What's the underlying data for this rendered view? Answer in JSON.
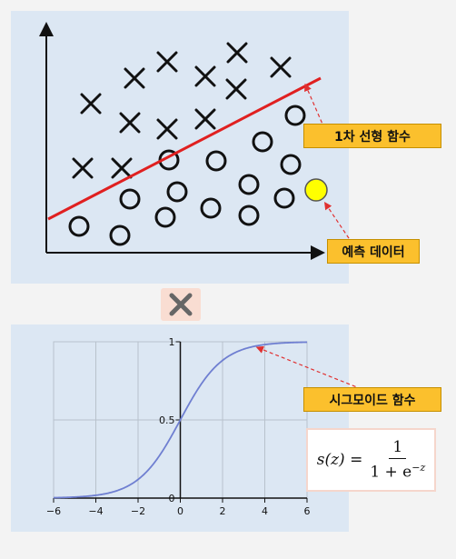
{
  "top_diagram": {
    "linear_label": "1차 선형 함수",
    "predict_label": "예측 데이터"
  },
  "operator": {
    "symbol_icon": "multiply-icon"
  },
  "sigmoid_chart": {
    "curve_label": "시그모이드 함수",
    "formula": {
      "lhs": "s(z) =",
      "numerator": "1",
      "denominator": "1 + e",
      "exponent": "−z"
    }
  },
  "chart_data": {
    "type": "line",
    "title": "",
    "xlabel": "",
    "ylabel": "",
    "x_ticks": [
      "−6",
      "−4",
      "−2",
      "0",
      "2",
      "4",
      "6"
    ],
    "y_ticks": [
      "0",
      "0.5",
      "1"
    ],
    "xlim": [
      -6,
      6
    ],
    "ylim": [
      0,
      1
    ],
    "grid": true,
    "series": [
      {
        "function": "1/(1+exp(-z))",
        "x": [
          -6,
          -5,
          -4,
          -3,
          -2,
          -1,
          0,
          1,
          2,
          3,
          4,
          5,
          6
        ],
        "values": [
          0.0025,
          0.0067,
          0.018,
          0.047,
          0.119,
          0.269,
          0.5,
          0.731,
          0.881,
          0.953,
          0.982,
          0.9933,
          0.9975
        ]
      }
    ],
    "colors": {
      "curve": "#6f7fd1",
      "annotation": "#e03030"
    }
  }
}
